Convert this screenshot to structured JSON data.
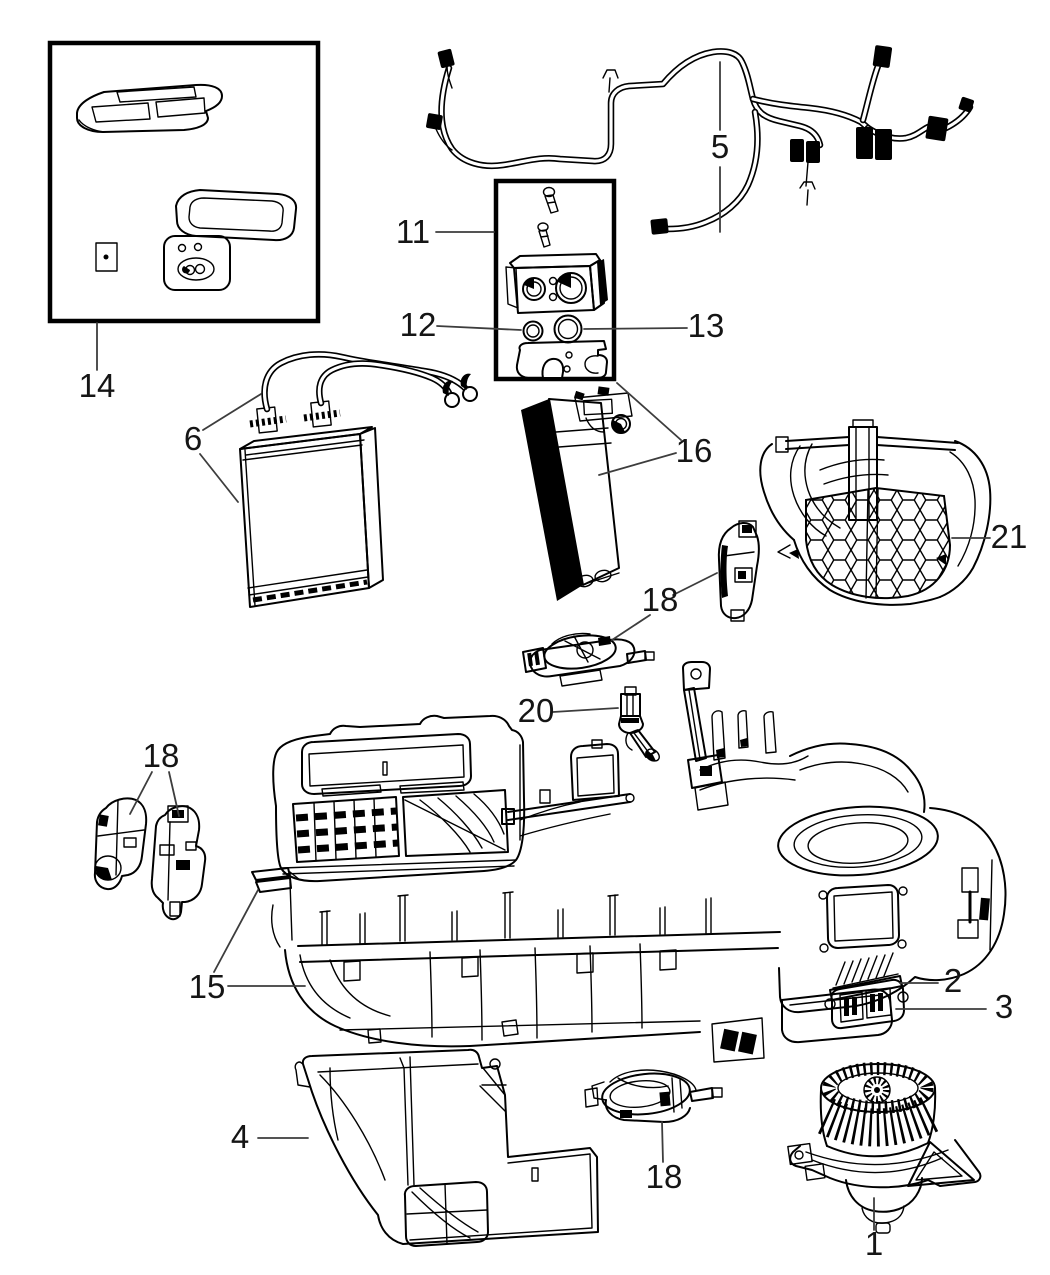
{
  "colors": {
    "line": "#000000",
    "leader": "#3d3d3d",
    "background": "#ffffff",
    "text": "#151515"
  },
  "callouts": {
    "c1": "1",
    "c2": "2",
    "c3": "3",
    "c4": "4",
    "c5": "5",
    "c6": "6",
    "c11": "11",
    "c12": "12",
    "c13": "13",
    "c14": "14",
    "c15": "15",
    "c16": "16",
    "c18_right": "18",
    "c18_left": "18",
    "c18_bottom": "18",
    "c20": "20",
    "c21": "21"
  }
}
